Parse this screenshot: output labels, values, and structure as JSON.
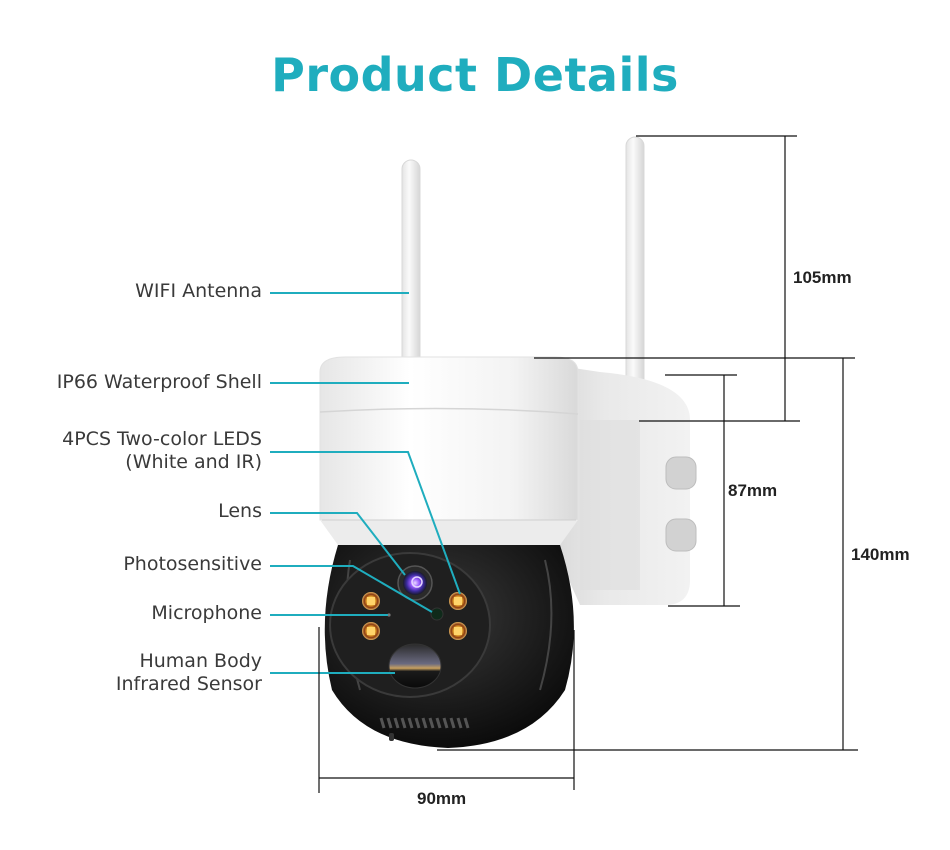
{
  "title": "Product Details",
  "accent_color": "#1fadbe",
  "callouts": [
    {
      "id": "wifi-antenna",
      "label": "WIFI Antenna"
    },
    {
      "id": "waterproof-shell",
      "label": "IP66 Waterproof Shell"
    },
    {
      "id": "leds",
      "label_line1": "4PCS Two-color LEDS",
      "label_line2": "(White and IR)"
    },
    {
      "id": "lens",
      "label": "Lens"
    },
    {
      "id": "photosensitive",
      "label": "Photosensitive"
    },
    {
      "id": "microphone",
      "label": "Microphone"
    },
    {
      "id": "pir-sensor",
      "label_line1": "Human Body",
      "label_line2": "Infrared Sensor"
    }
  ],
  "dimensions": {
    "antenna_height": "105mm",
    "mount_height": "87mm",
    "body_height": "140mm",
    "body_width": "90mm"
  }
}
